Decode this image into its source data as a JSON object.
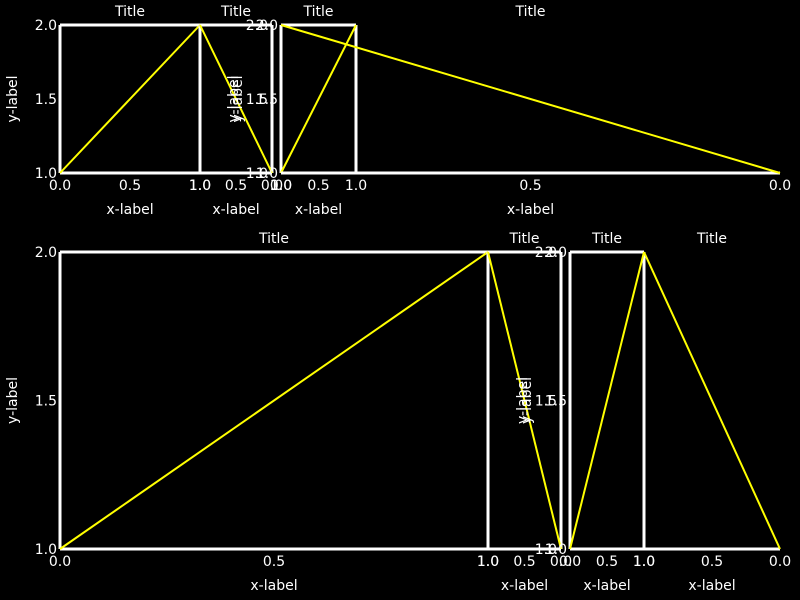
{
  "figure": {
    "background": "#000000",
    "foreground": "#ffffff",
    "line_color": "#ffff00"
  },
  "chart_data": [
    {
      "type": "line",
      "title": "Title",
      "xlabel": "x-label",
      "ylabel": "y-label",
      "xlim": [
        0,
        1
      ],
      "ylim": [
        1,
        2
      ],
      "xticks": [
        "0.0",
        "0.5",
        "1.0"
      ],
      "yticks": [
        "1.0",
        "1.5",
        "2.0"
      ],
      "series": [
        {
          "x": [
            0,
            1
          ],
          "y": [
            1,
            2
          ]
        }
      ],
      "grid": false
    },
    {
      "type": "line",
      "title": "Title",
      "xlabel": "x-label",
      "ylabel": "y-label",
      "xlim": [
        1,
        0
      ],
      "ylim": [
        1,
        2
      ],
      "xticks": [
        "1.0",
        "0.5",
        "0.0"
      ],
      "yticks": [
        "1.0",
        "1.5",
        "2.0"
      ],
      "series": [
        {
          "x": [
            0,
            1
          ],
          "y": [
            1,
            2
          ]
        }
      ],
      "grid": false
    },
    {
      "type": "line",
      "title": "Title",
      "xlabel": "x-label",
      "ylabel": "y-label",
      "xlim": [
        0,
        1
      ],
      "ylim": [
        1,
        2
      ],
      "xticks": [
        "0.0",
        "0.5",
        "1.0"
      ],
      "yticks": [
        "1.0",
        "1.5",
        "2.0"
      ],
      "series": [
        {
          "x": [
            0,
            1
          ],
          "y": [
            1,
            2
          ]
        }
      ],
      "grid": false
    },
    {
      "type": "line",
      "title": "Title",
      "xlabel": "x-label",
      "ylabel": "y-label",
      "xlim": [
        1,
        0
      ],
      "ylim": [
        1,
        2
      ],
      "xticks": [
        "1.0",
        "0.5",
        "0.0"
      ],
      "yticks": [
        "1.0",
        "1.5",
        "2.0"
      ],
      "series": [
        {
          "x": [
            0,
            1
          ],
          "y": [
            1,
            2
          ]
        }
      ],
      "grid": false
    },
    {
      "type": "line",
      "title": "Title",
      "xlabel": "x-label",
      "ylabel": "y-label",
      "xlim": [
        0,
        1
      ],
      "ylim": [
        1,
        2
      ],
      "xticks": [
        "0.0",
        "0.5",
        "1.0"
      ],
      "yticks": [
        "1.0",
        "1.5",
        "2.0"
      ],
      "series": [
        {
          "x": [
            0,
            1
          ],
          "y": [
            1,
            2
          ]
        }
      ],
      "grid": false
    },
    {
      "type": "line",
      "title": "Title",
      "xlabel": "x-label",
      "ylabel": "y-label",
      "xlim": [
        1,
        0
      ],
      "ylim": [
        1,
        2
      ],
      "xticks": [
        "1.0",
        "0.5",
        "0.0"
      ],
      "yticks": [
        "1.0",
        "1.5",
        "2.0"
      ],
      "series": [
        {
          "x": [
            0,
            1
          ],
          "y": [
            1,
            2
          ]
        }
      ],
      "grid": false
    },
    {
      "type": "line",
      "title": "Title",
      "xlabel": "x-label",
      "ylabel": "y-label",
      "xlim": [
        0,
        1
      ],
      "ylim": [
        1,
        2
      ],
      "xticks": [
        "0.0",
        "0.5",
        "1.0"
      ],
      "yticks": [
        "1.0",
        "1.5",
        "2.0"
      ],
      "series": [
        {
          "x": [
            0,
            1
          ],
          "y": [
            1,
            2
          ]
        }
      ],
      "grid": false
    },
    {
      "type": "line",
      "title": "Title",
      "xlabel": "x-label",
      "ylabel": "y-label",
      "xlim": [
        1,
        0
      ],
      "ylim": [
        1,
        2
      ],
      "xticks": [
        "1.0",
        "0.5",
        "0.0"
      ],
      "yticks": [
        "1.0",
        "1.5",
        "2.0"
      ],
      "series": [
        {
          "x": [
            0,
            1
          ],
          "y": [
            1,
            2
          ]
        }
      ],
      "grid": false
    }
  ]
}
